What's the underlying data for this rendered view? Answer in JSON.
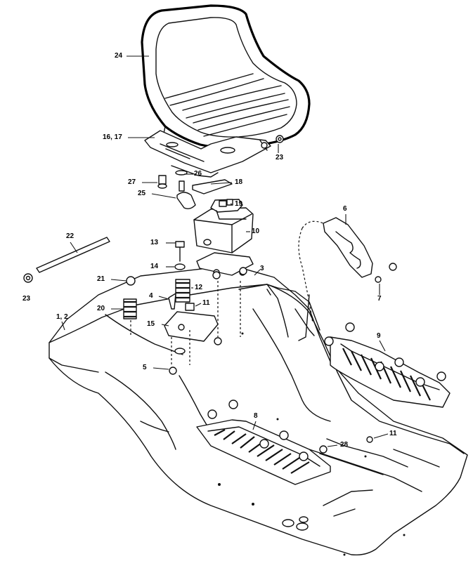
{
  "callouts": [
    {
      "id": "c24",
      "text": "24"
    },
    {
      "id": "c16_17",
      "text": "16, 17"
    },
    {
      "id": "c23a",
      "text": "23"
    },
    {
      "id": "c26",
      "text": "26"
    },
    {
      "id": "c27",
      "text": "27"
    },
    {
      "id": "c18",
      "text": "18"
    },
    {
      "id": "c25",
      "text": "25"
    },
    {
      "id": "c19",
      "text": "19"
    },
    {
      "id": "c6",
      "text": "6"
    },
    {
      "id": "c10",
      "text": "10"
    },
    {
      "id": "c22",
      "text": "22"
    },
    {
      "id": "c13",
      "text": "13"
    },
    {
      "id": "c14",
      "text": "14"
    },
    {
      "id": "c3",
      "text": "3"
    },
    {
      "id": "c21",
      "text": "21"
    },
    {
      "id": "c12",
      "text": "12"
    },
    {
      "id": "c7",
      "text": "7"
    },
    {
      "id": "c4",
      "text": "4"
    },
    {
      "id": "c11a",
      "text": "11"
    },
    {
      "id": "c20",
      "text": "20"
    },
    {
      "id": "c1_2",
      "text": "1, 2"
    },
    {
      "id": "c15",
      "text": "15"
    },
    {
      "id": "c9",
      "text": "9"
    },
    {
      "id": "c23b",
      "text": "23"
    },
    {
      "id": "c5",
      "text": "5"
    },
    {
      "id": "c8",
      "text": "8"
    },
    {
      "id": "c11b",
      "text": "11"
    },
    {
      "id": "c28",
      "text": "28"
    }
  ]
}
